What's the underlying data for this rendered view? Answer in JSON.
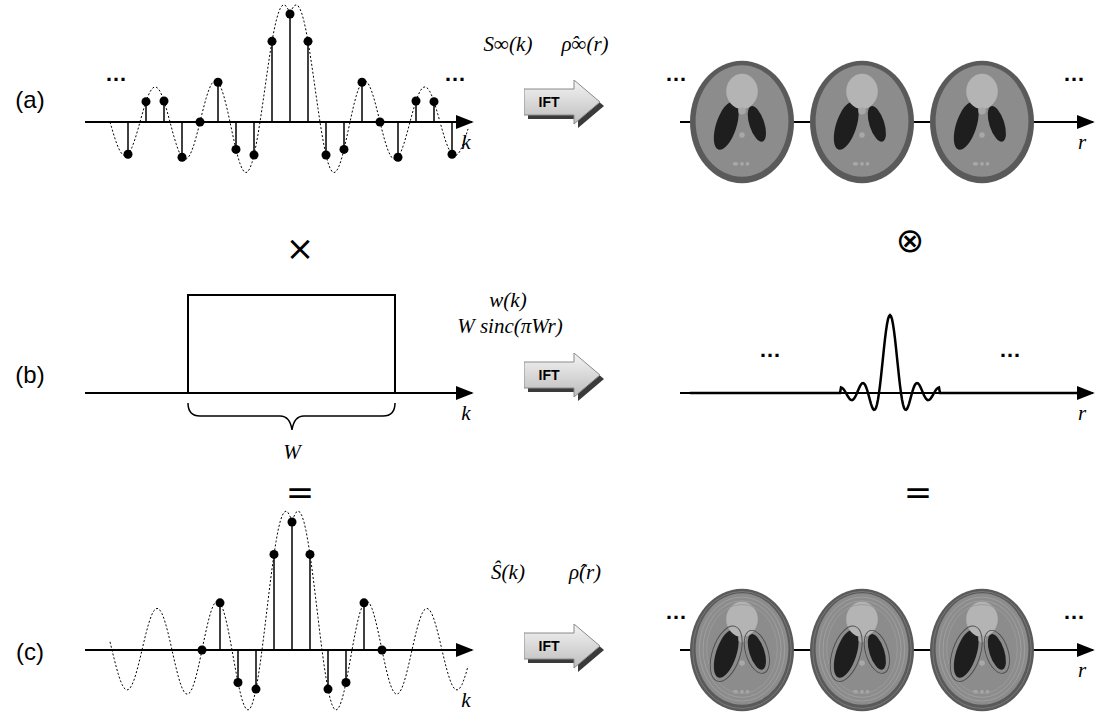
{
  "diagram": {
    "nodes": [
      {
        "text": [
          "IFT"
        ]
      },
      {
        "text": [
          "IFT"
        ]
      },
      {
        "text": [
          "IFT"
        ]
      }
    ],
    "labels": [
      "(a)",
      "…",
      "…",
      "S∞(k)",
      "ρ̂∞(r)",
      "k",
      "…",
      "…",
      "r",
      "×",
      "⊗",
      "(b)",
      "k",
      "W",
      "w(k)",
      "W sinc(πWr)",
      "…",
      "…",
      "r",
      "=",
      "=",
      "(c)",
      "Ŝ(k)",
      "ρ̂(r)",
      "k",
      "…",
      "…",
      "r"
    ]
  }
}
